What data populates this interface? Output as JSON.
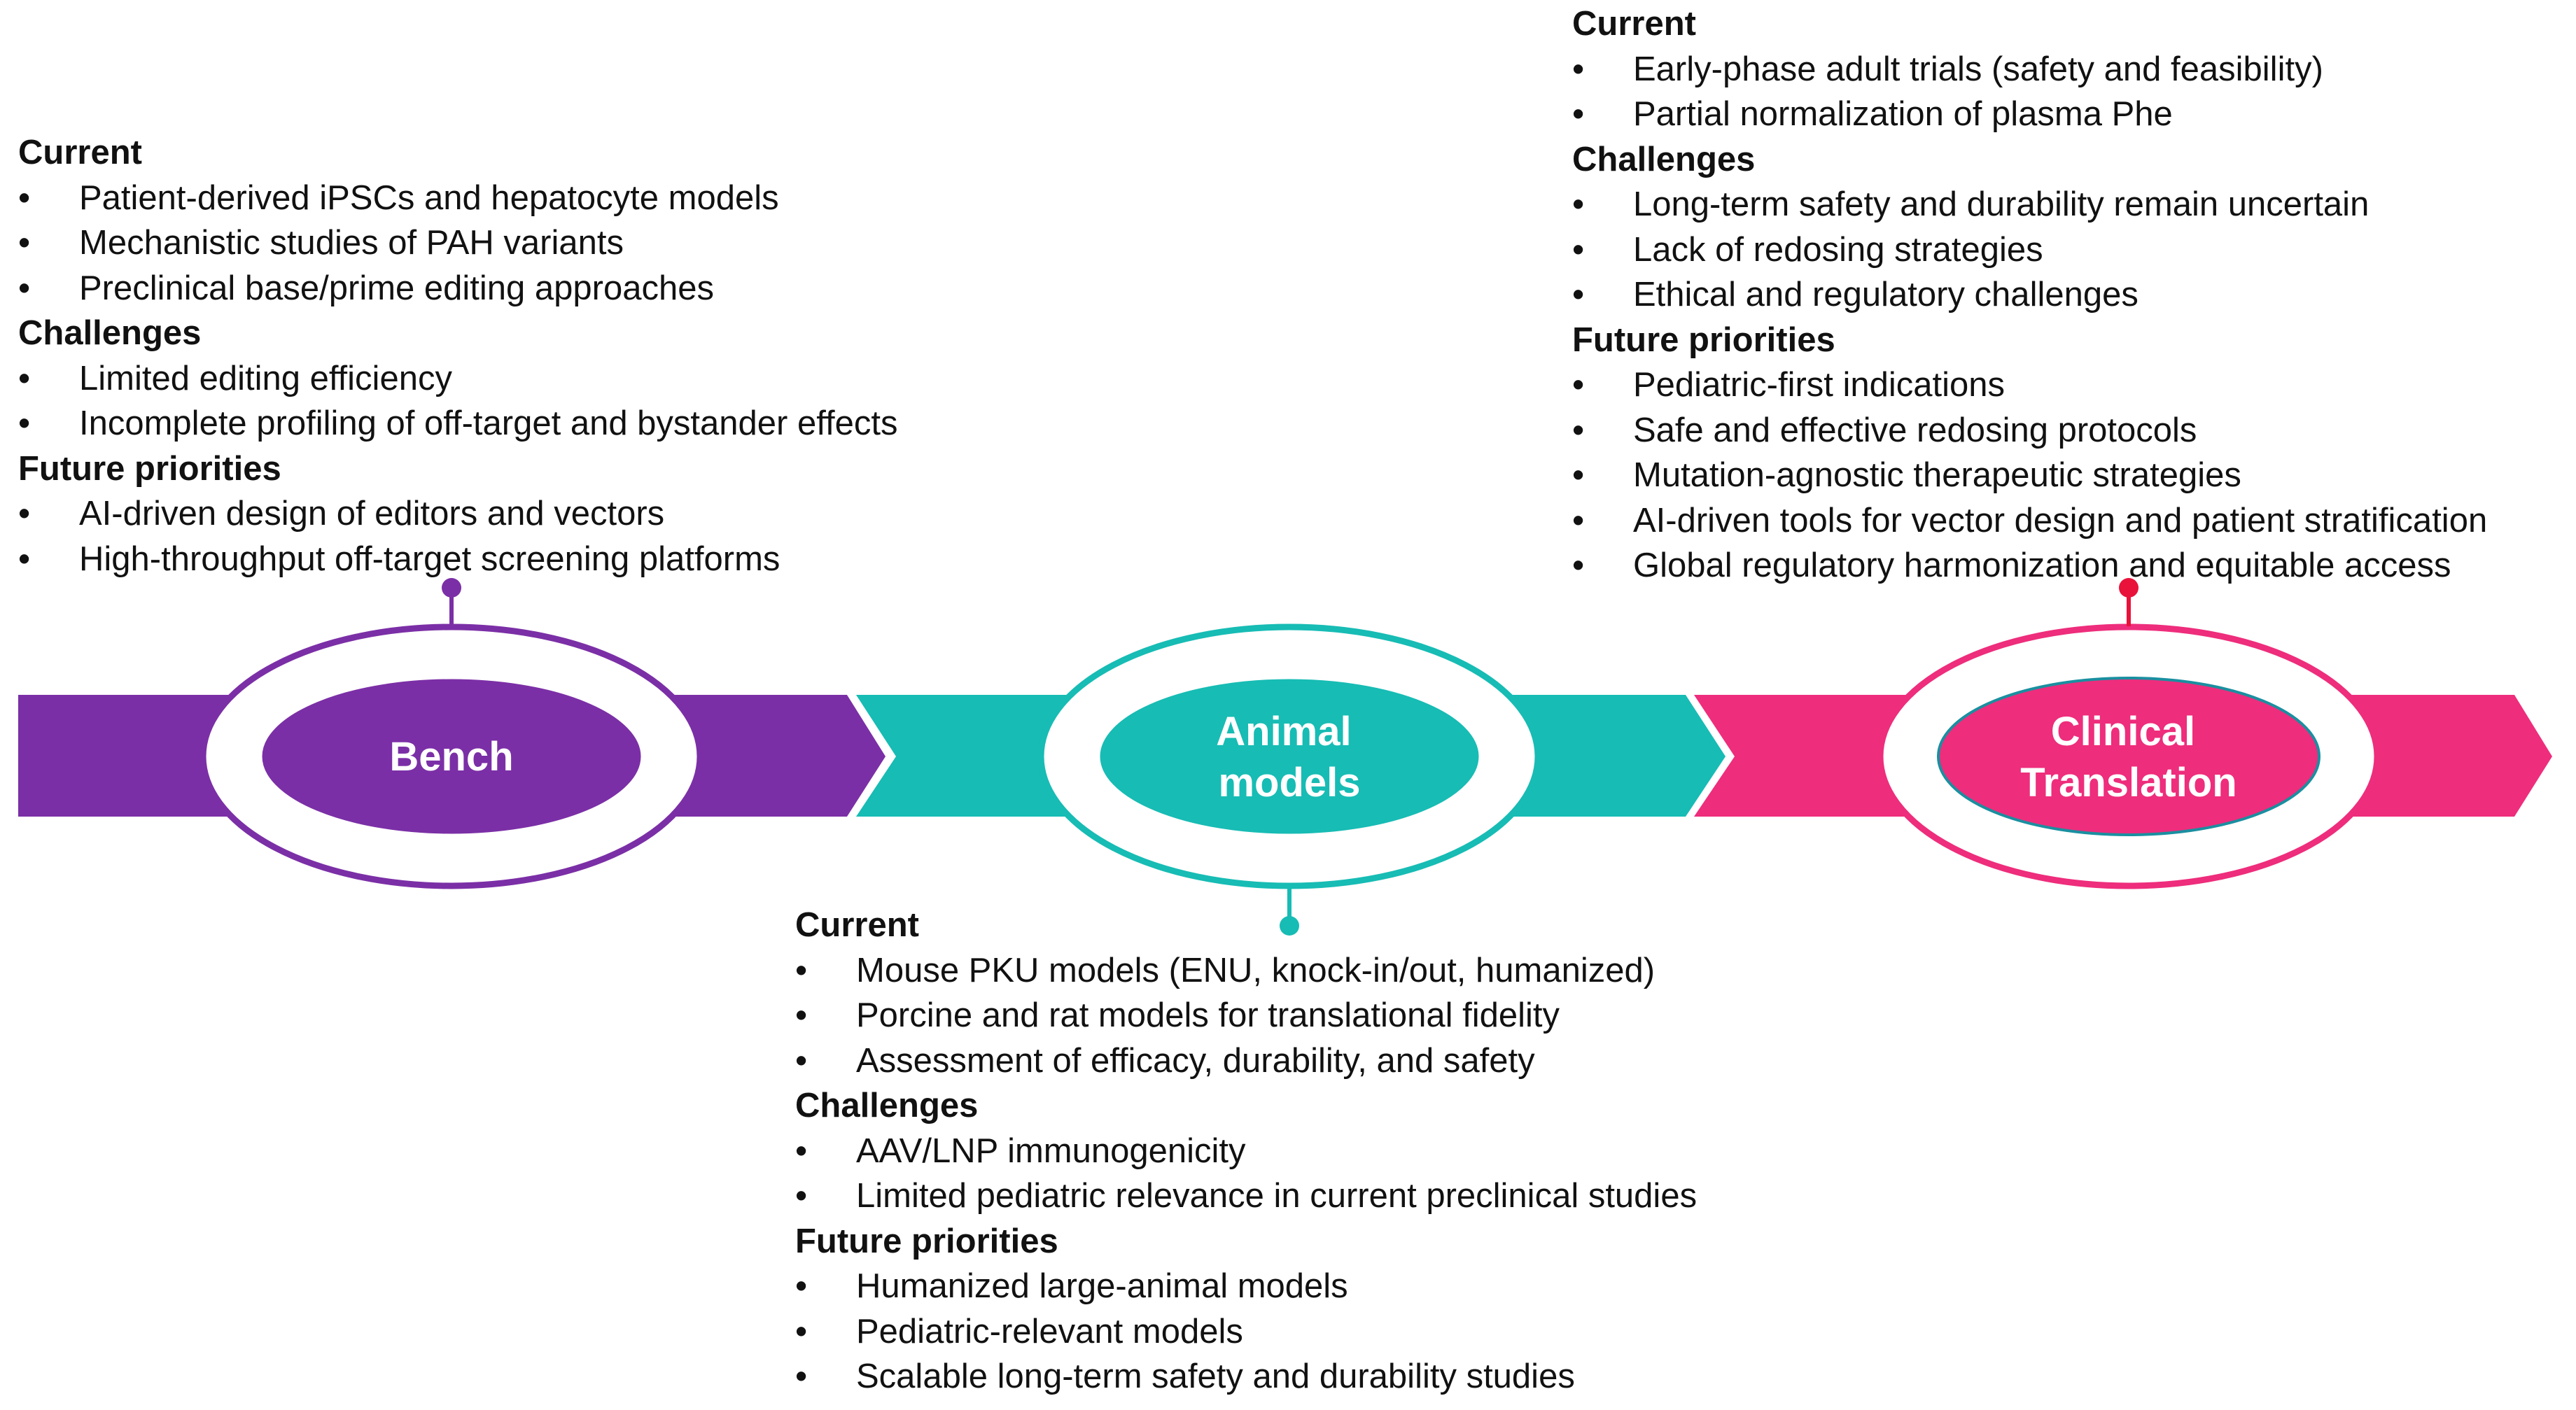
{
  "colors": {
    "bench": "#7B2FA6",
    "animal": "#17BCB4",
    "clinical": "#EE2D7C",
    "clinical_connector": "#E8123A",
    "text": "#111111",
    "background": "#FFFFFF"
  },
  "stages": [
    {
      "id": "bench",
      "label_lines": [
        "Bench"
      ],
      "current": {
        "heading": "Current",
        "items": [
          "Patient-derived iPSCs and hepatocyte models",
          "Mechanistic studies of PAH variants",
          "Preclinical base/prime editing approaches"
        ]
      },
      "challenges": {
        "heading": "Challenges",
        "items": [
          "Limited editing efficiency",
          "Incomplete profiling of off-target and bystander effects"
        ]
      },
      "future": {
        "heading": "Future priorities",
        "items": [
          "AI-driven design of editors and vectors",
          "High-throughput off-target screening platforms"
        ]
      }
    },
    {
      "id": "animal",
      "label_lines": [
        "Animal",
        "models"
      ],
      "current": {
        "heading": "Current",
        "items": [
          "Mouse PKU models (ENU, knock-in/out, humanized)",
          "Porcine and rat models for translational fidelity",
          "Assessment of efficacy, durability, and safety"
        ]
      },
      "challenges": {
        "heading": "Challenges",
        "items": [
          "AAV/LNP immunogenicity",
          "Limited pediatric relevance in current preclinical studies"
        ]
      },
      "future": {
        "heading": "Future priorities",
        "items": [
          "Humanized large-animal models",
          "Pediatric-relevant models",
          "Scalable long-term safety and durability studies"
        ]
      }
    },
    {
      "id": "clinical",
      "label_lines": [
        "Clinical",
        "Translation"
      ],
      "current": {
        "heading": "Current",
        "items": [
          "Early-phase adult trials (safety and feasibility)",
          "Partial normalization of plasma Phe"
        ]
      },
      "challenges": {
        "heading": "Challenges",
        "items": [
          "Long-term safety and durability remain uncertain",
          "Lack of redosing strategies",
          "Ethical and regulatory challenges"
        ]
      },
      "future": {
        "heading": "Future priorities",
        "items": [
          "Pediatric-first indications",
          "Safe and effective redosing protocols",
          "Mutation-agnostic therapeutic strategies",
          "AI-driven tools for vector design and patient stratification",
          "Global regulatory harmonization and equitable access"
        ]
      }
    }
  ],
  "bullet_char": "•"
}
